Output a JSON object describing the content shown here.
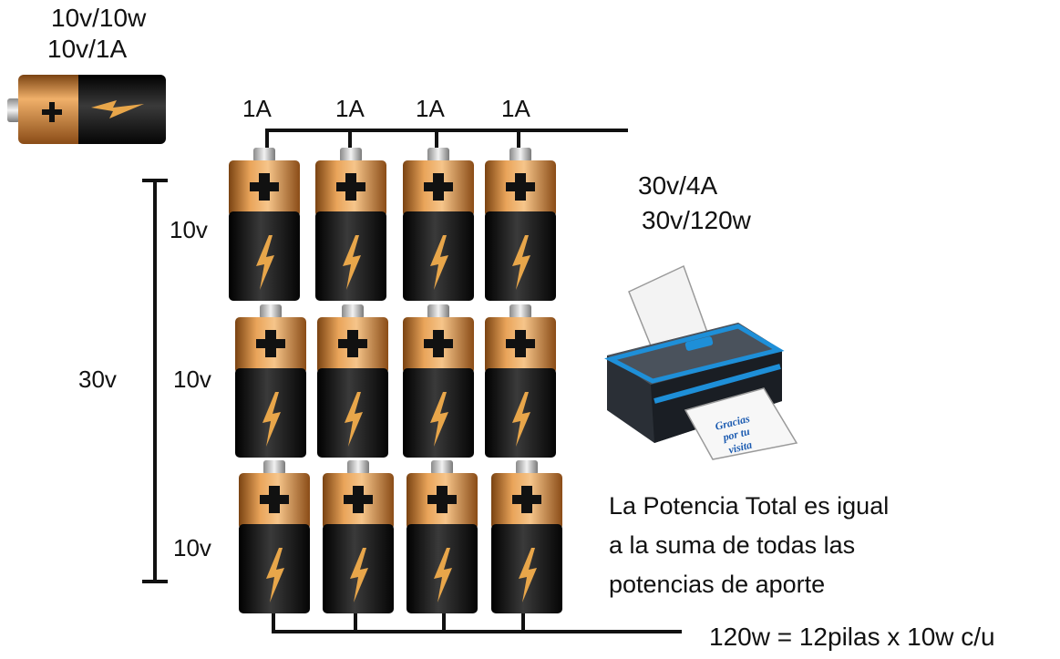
{
  "single_cell": {
    "line1": "10v/10w",
    "line2": "10v/1A"
  },
  "currents": [
    "1A",
    "1A",
    "1A",
    "1A"
  ],
  "row_voltages": [
    "10v",
    "10v",
    "10v"
  ],
  "total_voltage": "30v",
  "load": {
    "line1": "30v/4A",
    "line2": "30v/120w"
  },
  "printer_paper": [
    "Gracias",
    "por tu",
    "visita"
  ],
  "note_lines": [
    "La Potencia Total es igual",
    "a la suma de todas las",
    "potencias de aporte"
  ],
  "formula": "120w = 12pilas x 10w c/u",
  "colors": {
    "copper": "#c8843a",
    "battery_black": "#1a1a1a",
    "bolt": "#e8a64a",
    "printer_blue": "#1e8fd8"
  }
}
